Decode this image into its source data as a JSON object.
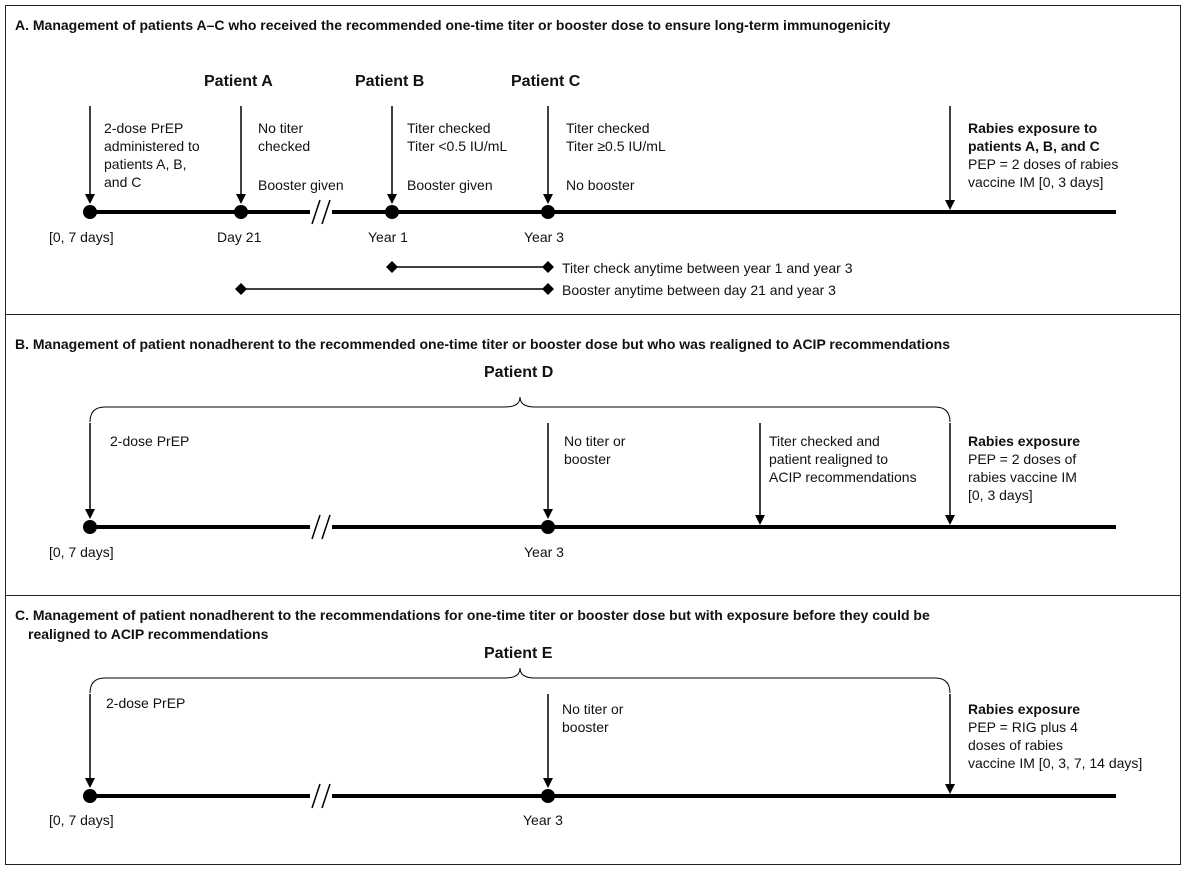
{
  "panelA": {
    "title": "A. Management of patients A–C who received the recommended one-time titer or booster dose to ensure long-term immunogenicity",
    "patient_a": "Patient A",
    "patient_b": "Patient B",
    "patient_c": "Patient C",
    "note_prep": "2-dose PrEP\nadministered to\npatients A, B,\nand C",
    "note_a1": "No titer\nchecked",
    "note_a2": "Booster given",
    "note_b1": "Titer checked\nTiter <0.5 IU/mL",
    "note_b2": "Booster given",
    "note_c1": "Titer checked\nTiter ≥0.5 IU/mL",
    "note_c2": "No booster",
    "note_exp_bold": "Rabies exposure to\npatients A, B, and C",
    "note_exp": "PEP = 2 doses of rabies\nvaccine IM [0, 3 days]",
    "tick_0": "[0, 7 days]",
    "tick_day21": "Day 21",
    "tick_year1": "Year 1",
    "tick_year3": "Year 3",
    "range_titer": "Titer check anytime between year 1 and year 3",
    "range_booster": "Booster anytime between day 21 and year 3"
  },
  "panelB": {
    "title": "B. Management of patient nonadherent to the recommended one-time titer or booster dose but who was realigned to ACIP recommendations",
    "patient": "Patient D",
    "note_prep": "2-dose PrEP",
    "note_notiter": "No titer or\nbooster",
    "note_realign": "Titer checked and\npatient realigned to\nACIP recommendations",
    "note_exp_bold": "Rabies exposure",
    "note_exp": "PEP = 2 doses of\nrabies vaccine IM\n[0, 3 days]",
    "tick_0": "[0, 7 days]",
    "tick_year3": "Year 3"
  },
  "panelC": {
    "title_line1": "C. Management of patient nonadherent to the recommendations for one-time titer or booster dose but with exposure before they could be",
    "title_line2": "realigned to ACIP recommendations",
    "patient": "Patient E",
    "note_prep": "2-dose PrEP",
    "note_notiter": "No titer or\nbooster",
    "note_exp_bold": "Rabies exposure",
    "note_exp": "PEP = RIG plus 4\ndoses of rabies\nvaccine IM [0, 3, 7, 14 days]",
    "tick_0": "[0, 7 days]",
    "tick_year3": "Year 3"
  }
}
